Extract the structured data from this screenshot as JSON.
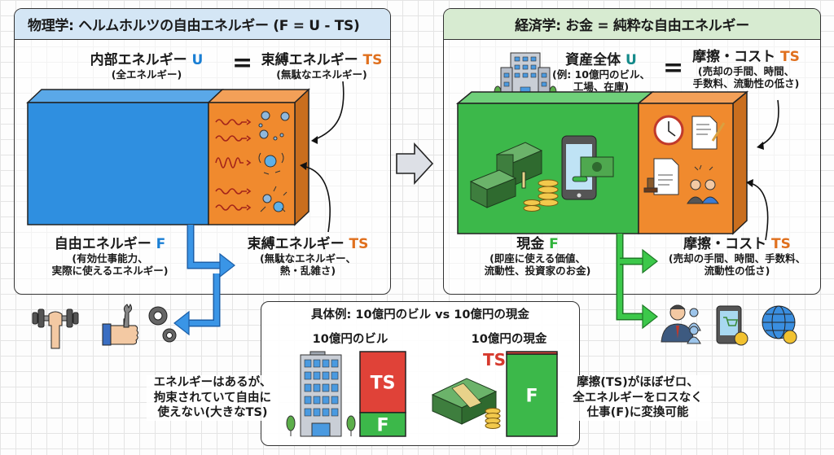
{
  "physics": {
    "header": "物理学: ヘルムホルツの自由エネルギー (F = U - TS)",
    "internal_energy": {
      "label": "内部エネルギー",
      "symbol": "U",
      "sub": "(全エネルギー)"
    },
    "equals": "=",
    "bound_energy_top": {
      "label": "束縛エネルギー",
      "symbol": "TS",
      "sub": "(無駄なエネルギー)"
    },
    "free_energy": {
      "label": "自由エネルギー",
      "symbol": "F",
      "sub_line1": "(有効仕事能力、",
      "sub_line2": "実際に使えるエネルギー)"
    },
    "bound_energy_bottom": {
      "label": "束縛エネルギー",
      "symbol": "TS",
      "sub_line1": "(無駄なエネルギー、",
      "sub_line2": "熱・乱雑さ)"
    },
    "output_icons": [
      "dumbbell-arm-icon",
      "thumbs-up-wrench-icon",
      "gears-icon"
    ]
  },
  "economics": {
    "header": "経済学: お金 = 純粋な自由エネルギー",
    "total_assets": {
      "label": "資産全体",
      "symbol": "U",
      "sub_line1": "(例: 10億円のビル、",
      "sub_line2": "工場、在庫)"
    },
    "equals": "=",
    "friction_top": {
      "label": "摩擦・コスト",
      "symbol": "TS",
      "sub_line1": "(売却の手間、時間、",
      "sub_line2": "手数料、流動性の低さ)"
    },
    "cash": {
      "label": "現金",
      "symbol": "F",
      "sub_line1": "(即座に使える価値、",
      "sub_line2": "流動性、投資家のお金)"
    },
    "friction_bottom": {
      "label": "摩擦・コスト",
      "symbol": "TS",
      "sub_line1": "(売却の手間、時間、手数料、",
      "sub_line2": "流動性の低さ)"
    },
    "output_icons": [
      "business-people-icon",
      "mobile-shopping-icon",
      "global-exchange-icon"
    ]
  },
  "example": {
    "title": "具体例: 10億円のビル vs 10億円の現金",
    "building": {
      "label": "10億円のビル",
      "ts_label": "TS",
      "f_label": "F",
      "ts_fraction": 0.72,
      "f_fraction": 0.28
    },
    "cash": {
      "label": "10億円の現金",
      "ts_label": "TS",
      "f_label": "F",
      "ts_fraction": 0.03,
      "f_fraction": 0.97
    }
  },
  "notes": {
    "left": [
      "エネルギーはあるが、",
      "拘束されていて自由に",
      "使えない(大きなTS)"
    ],
    "right": [
      "摩擦(TS)がほぼゼロ、",
      "全エネルギーをロスなく",
      "仕事(F)に変換可能"
    ]
  },
  "colors": {
    "free_blue": "#2f8fe0",
    "bound_orange": "#f08a2e",
    "cash_green": "#3cb84a",
    "ts_red": "#e04238",
    "physics_header": "#d4e6f5",
    "economics_header": "#d7ebd1"
  }
}
